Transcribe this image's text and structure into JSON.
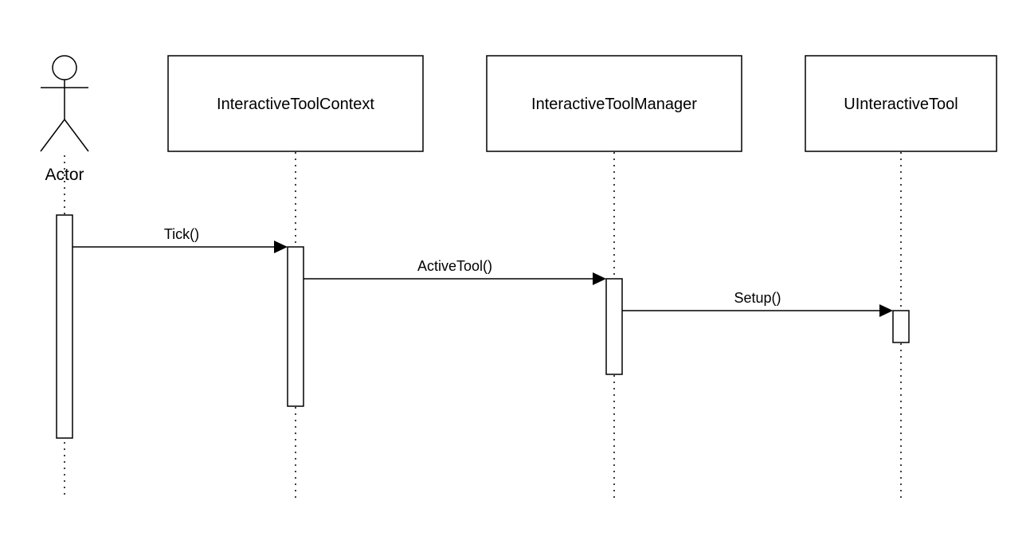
{
  "diagram": {
    "type": "sequence",
    "actor": {
      "label": "Actor"
    },
    "participants": [
      {
        "id": "ctx",
        "label": "InteractiveToolContext"
      },
      {
        "id": "mgr",
        "label": "InteractiveToolManager"
      },
      {
        "id": "tool",
        "label": "UInteractiveTool"
      }
    ],
    "messages": [
      {
        "from": "actor",
        "to": "ctx",
        "label": "Tick()"
      },
      {
        "from": "ctx",
        "to": "mgr",
        "label": "ActiveTool()"
      },
      {
        "from": "mgr",
        "to": "tool",
        "label": "Setup()"
      }
    ]
  }
}
